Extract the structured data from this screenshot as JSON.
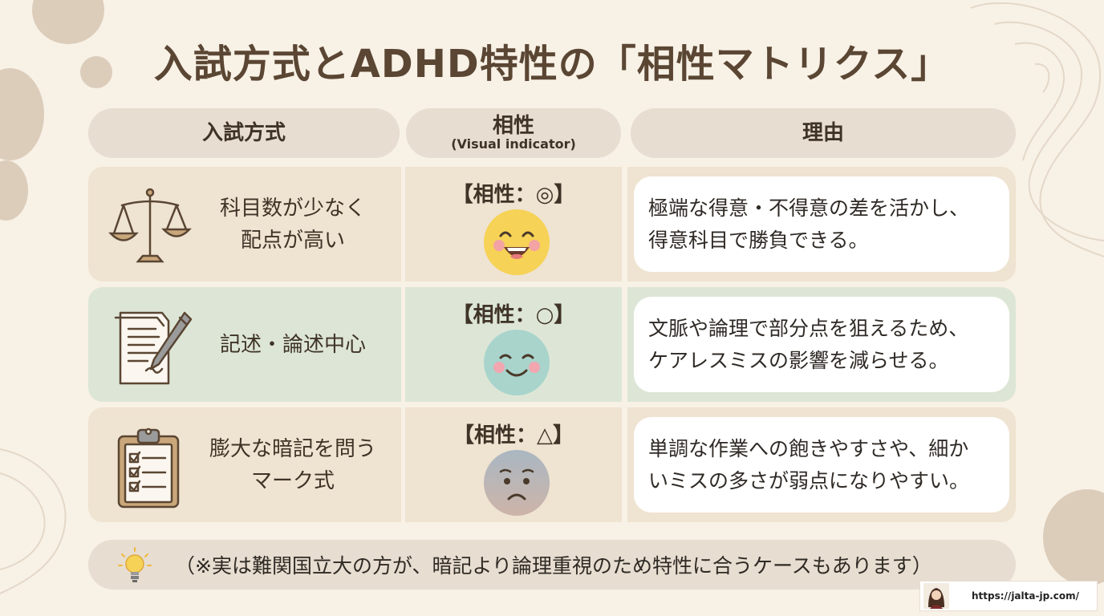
{
  "title": "入試方式とADHD特性の「相性マトリクス」",
  "headers": {
    "method": "入試方式",
    "compat": "相性",
    "compat_sub": "(Visual indicator)",
    "reason": "理由"
  },
  "rows": [
    {
      "method_line1": "科目数が少なく",
      "method_line2": "配点が高い",
      "icon": "balance-scale-icon",
      "rating": "【相性：◎】",
      "face": "laughing-face",
      "reason_line1": "極端な得意・不得意の差を活かし、",
      "reason_line2": "得意科目で勝負できる。"
    },
    {
      "method_line1": "記述・論述中心",
      "method_line2": "",
      "icon": "document-pen-icon",
      "rating": "【相性：○】",
      "face": "smiling-face",
      "reason_line1": "文脈や論理で部分点を狙えるため、",
      "reason_line2": "ケアレスミスの影響を減らせる。"
    },
    {
      "method_line1": "膨大な暗記を問う",
      "method_line2": "マーク式",
      "icon": "clipboard-checklist-icon",
      "rating": "【相性：△】",
      "face": "worried-face",
      "reason_line1": "単調な作業への飽きやすさや、細か",
      "reason_line2": "いミスの多さが弱点になりやすい。"
    }
  ],
  "note": "（※実は難関国立大の方が、暗記より論理重視のため特性に合うケースもあります）",
  "footer_url": "https://jalta-jp.com/",
  "colors": {
    "background": "#f8f1e6",
    "header_pill": "#e7ddd0",
    "row_tan": "#efe3d1",
    "row_green": "#dde6d6",
    "title": "#5a4633"
  }
}
